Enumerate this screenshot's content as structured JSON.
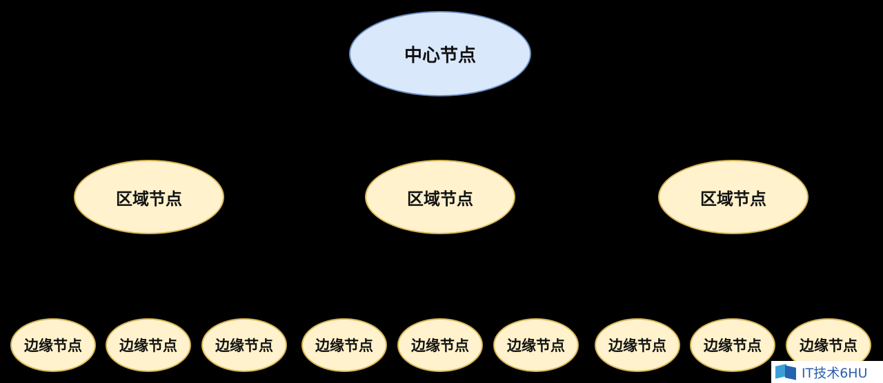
{
  "center": {
    "label": "中心节点"
  },
  "regions": [
    {
      "label": "区域节点"
    },
    {
      "label": "区域节点"
    },
    {
      "label": "区域节点"
    }
  ],
  "edges": [
    {
      "label": "边缘节点"
    },
    {
      "label": "边缘节点"
    },
    {
      "label": "边缘节点"
    },
    {
      "label": "边缘节点"
    },
    {
      "label": "边缘节点"
    },
    {
      "label": "边缘节点"
    },
    {
      "label": "边缘节点"
    },
    {
      "label": "边缘节点"
    },
    {
      "label": "边缘节点"
    }
  ],
  "colors": {
    "background": "#000000",
    "center_fill": "#dae8fc",
    "center_border": "#6c8ebf",
    "node_fill": "#fff2cc",
    "node_border": "#d6b656"
  },
  "watermark": {
    "text": "IT技术6HU",
    "icon": "it-logo-icon"
  }
}
